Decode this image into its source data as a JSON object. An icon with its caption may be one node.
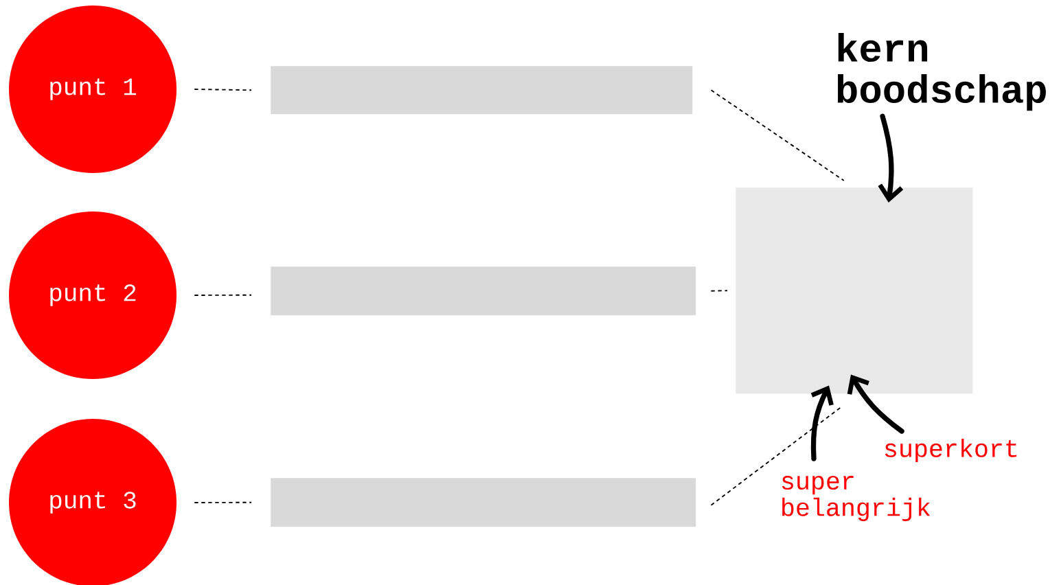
{
  "diagram": {
    "nodes": [
      {
        "text": [
          "punt 1"
        ]
      },
      {
        "text": [
          "punt 2"
        ]
      },
      {
        "text": [
          "punt 3"
        ]
      },
      {
        "text": [],
        "shape": "bar"
      },
      {
        "text": [],
        "shape": "bar"
      },
      {
        "text": [],
        "shape": "bar"
      },
      {
        "text": [],
        "shape": "box"
      },
      {
        "text": [
          "kern boodschap"
        ]
      },
      {
        "text": [
          "super belangrijk"
        ]
      },
      {
        "text": [
          "superkort"
        ]
      }
    ],
    "edges": [
      {
        "from": 0,
        "to": 3,
        "arrow": "none",
        "style": "dashed"
      },
      {
        "from": 1,
        "to": 4,
        "arrow": "none",
        "style": "dashed"
      },
      {
        "from": 2,
        "to": 5,
        "arrow": "none",
        "style": "dashed"
      },
      {
        "from": 3,
        "to": 6,
        "arrow": "none",
        "style": "dashed"
      },
      {
        "from": 4,
        "to": 6,
        "arrow": "none",
        "style": "dashed"
      },
      {
        "from": 5,
        "to": 6,
        "arrow": "none",
        "style": "dashed"
      },
      {
        "from": 7,
        "to": 6,
        "arrow": "to",
        "style": "thick"
      },
      {
        "from": 8,
        "to": 6,
        "arrow": "to",
        "style": "thick"
      },
      {
        "from": 9,
        "to": 6,
        "arrow": "to",
        "style": "thick"
      }
    ]
  }
}
